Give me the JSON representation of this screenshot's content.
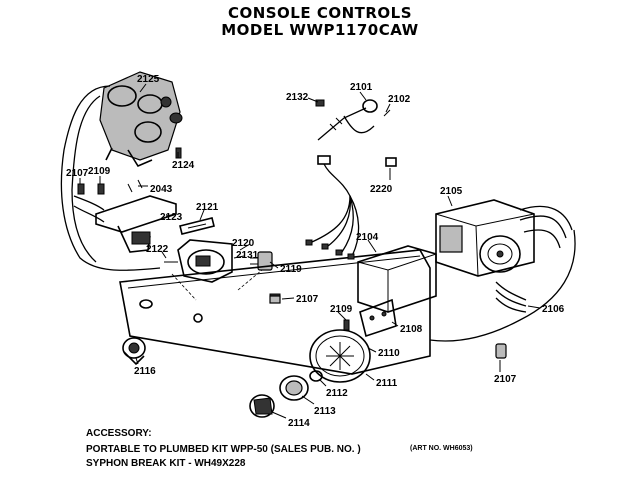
{
  "header": {
    "title": "CONSOLE CONTROLS",
    "model": "MODEL WWP1170CAW"
  },
  "parts": [
    {
      "id": "p2125",
      "label": "2125"
    },
    {
      "id": "p2132",
      "label": "2132"
    },
    {
      "id": "p2101",
      "label": "2101"
    },
    {
      "id": "p2102",
      "label": "2102"
    },
    {
      "id": "p2124",
      "label": "2124"
    },
    {
      "id": "p2107a",
      "label": "2107"
    },
    {
      "id": "p2109a",
      "label": "2109"
    },
    {
      "id": "p2043",
      "label": "2043"
    },
    {
      "id": "p2220",
      "label": "2220"
    },
    {
      "id": "p2105",
      "label": "2105"
    },
    {
      "id": "p2123",
      "label": "2123"
    },
    {
      "id": "p2121",
      "label": "2121"
    },
    {
      "id": "p2104",
      "label": "2104"
    },
    {
      "id": "p2120",
      "label": "2120"
    },
    {
      "id": "p2131",
      "label": "2131"
    },
    {
      "id": "p2122",
      "label": "2122"
    },
    {
      "id": "p2119",
      "label": "2119"
    },
    {
      "id": "p2107b",
      "label": "2107"
    },
    {
      "id": "p2109b",
      "label": "2109"
    },
    {
      "id": "p2108",
      "label": "2108"
    },
    {
      "id": "p2106",
      "label": "2106"
    },
    {
      "id": "p2110",
      "label": "2110"
    },
    {
      "id": "p2116",
      "label": "2116"
    },
    {
      "id": "p2111",
      "label": "2111"
    },
    {
      "id": "p2107c",
      "label": "2107"
    },
    {
      "id": "p2112",
      "label": "2112"
    },
    {
      "id": "p2113",
      "label": "2113"
    },
    {
      "id": "p2114",
      "label": "2114"
    }
  ],
  "footer": {
    "accessory_heading": "ACCESSORY:",
    "kit1": "PORTABLE TO PLUMBED KIT  WPP-50 (SALES PUB. NO. )",
    "kit2": "SYPHON BREAK KIT - WH49X228",
    "art_no": "(ART NO. WH6053)"
  }
}
